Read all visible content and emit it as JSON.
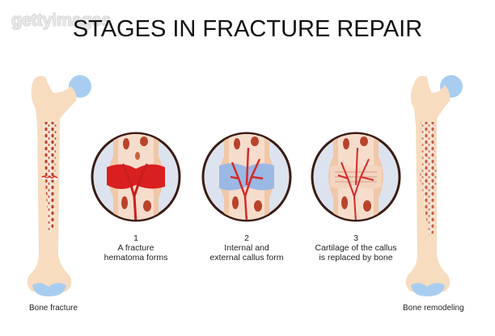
{
  "watermark": "gettyimages",
  "title": "STAGES IN FRACTURE REPAIR",
  "bones": {
    "left": {
      "label": "Bone fracture"
    },
    "right": {
      "label": "Bone remodeling"
    }
  },
  "stages": [
    {
      "number": "1",
      "line1": "A fracture",
      "line2": "hematoma forms"
    },
    {
      "number": "2",
      "line1": "Internal and",
      "line2": "external callus form"
    },
    {
      "number": "3",
      "line1": "Cartilage of the callus",
      "line2": "is replaced by bone"
    }
  ],
  "colors": {
    "bone": "#f7dcc0",
    "cartilage": "#a9cdf0",
    "marrow": "#b8432a",
    "blood": "#d91f1f",
    "circle_bg": "#dde3ee",
    "circle_border": "#3a1c14"
  }
}
